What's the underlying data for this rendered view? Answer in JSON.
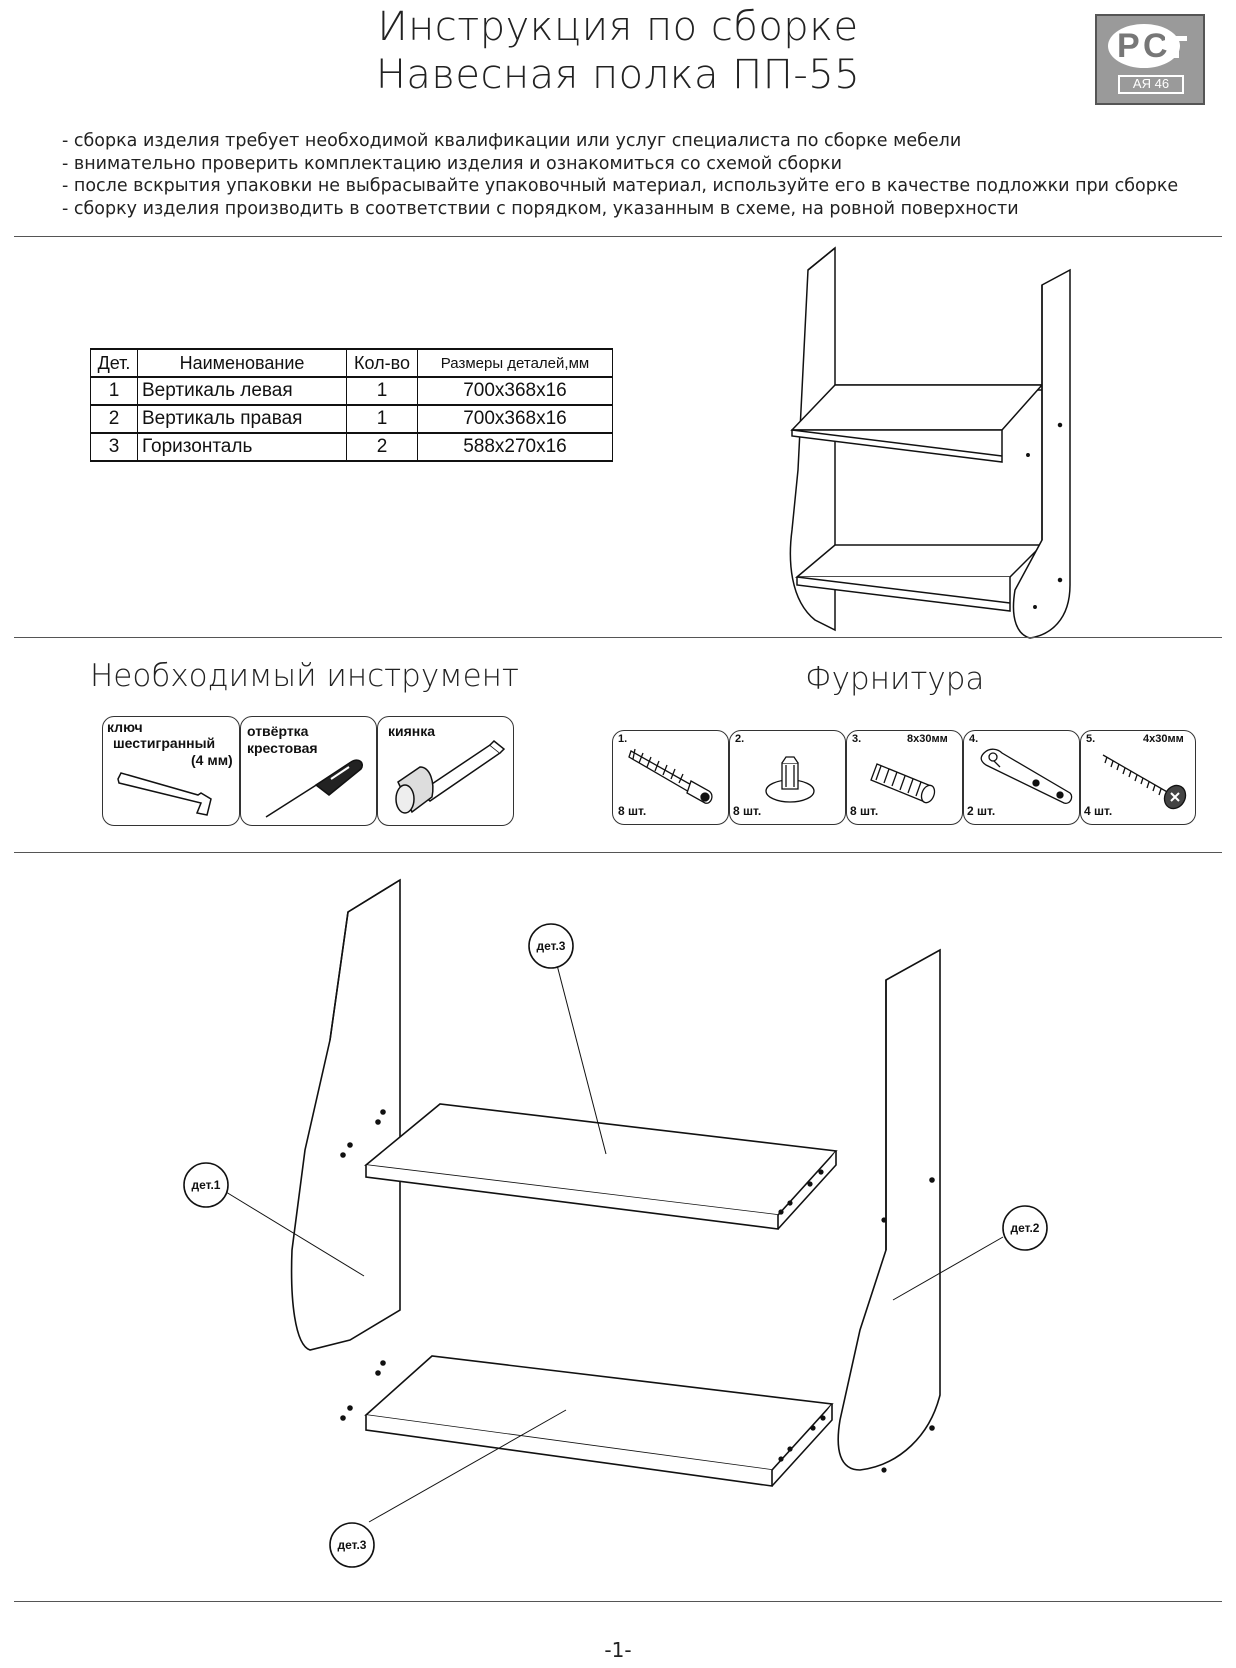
{
  "header": {
    "title_line1": "Инструкция по сборке",
    "title_line2": "Навесная полка ПП-55",
    "cert_mark": {
      "letters": "РСТ",
      "code": "АЯ 46"
    }
  },
  "notes": [
    "- сборка изделия требует необходимой квалификации или услуг специалиста по сборке мебели",
    "- внимательно проверить комплектацию изделия и ознакомиться со схемой сборки",
    "- после вскрытия упаковки не выбрасывайте упаковочный материал, используйте его в качестве подложки при сборке",
    "- сборку изделия производить в соответствии с порядком, указанным в схеме, на ровной поверхности"
  ],
  "parts_table": {
    "headers": [
      "Дет.",
      "Наименование",
      "Кол-во",
      "Размеры деталей,мм"
    ],
    "rows": [
      [
        "1",
        "Вертикаль левая",
        "1",
        "700x368x16"
      ],
      [
        "2",
        "Вертикаль правая",
        "1",
        "700x368x16"
      ],
      [
        "3",
        "Горизонталь",
        "2",
        "588x270x16"
      ]
    ]
  },
  "tools": {
    "title": "Необходимый инструмент",
    "items": [
      {
        "label_line1": "ключ",
        "label_line2": "шестигранный",
        "label_line3": "(4 мм)",
        "icon": "hex-key-icon"
      },
      {
        "label_line1": "отвёртка",
        "label_line2": "крестовая",
        "icon": "screwdriver-icon"
      },
      {
        "label_line1": "киянка",
        "icon": "mallet-icon"
      }
    ]
  },
  "hardware": {
    "title": "Фурнитура",
    "items": [
      {
        "num": "1.",
        "spec": "",
        "qty": "8 шт.",
        "icon": "confirmat-screw-icon"
      },
      {
        "num": "2.",
        "spec": "",
        "qty": "8 шт.",
        "icon": "shelf-support-icon"
      },
      {
        "num": "3.",
        "spec": "8x30мм",
        "qty": "8 шт.",
        "icon": "dowel-icon"
      },
      {
        "num": "4.",
        "spec": "",
        "qty": "2 шт.",
        "icon": "hanging-plate-icon"
      },
      {
        "num": "5.",
        "spec": "4x30мм",
        "qty": "4 шт.",
        "icon": "wood-screw-icon"
      }
    ]
  },
  "diagram": {
    "callouts": [
      "дет.3",
      "дет.1",
      "дет.2",
      "дет.3"
    ]
  },
  "footer": {
    "page": "-1-"
  }
}
